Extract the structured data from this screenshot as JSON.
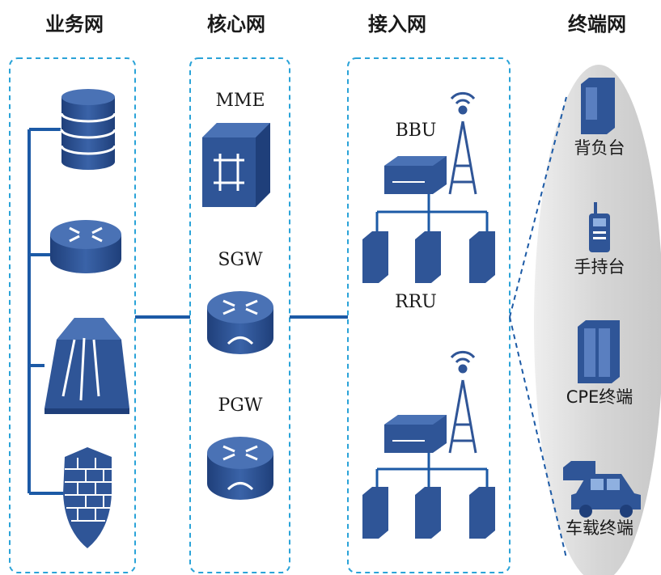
{
  "headers": {
    "business": "业务网",
    "core": "核心网",
    "access": "接入网",
    "terminal": "终端网"
  },
  "core": {
    "mme": "MME",
    "sgw": "SGW",
    "pgw": "PGW"
  },
  "access": {
    "bbu": "BBU",
    "rru": "RRU"
  },
  "terminals": {
    "backpack": "背负台",
    "handheld": "手持台",
    "cpe": "CPE终端",
    "vehicle": "车载终端"
  },
  "colors": {
    "device": "#2f5597",
    "device_dark": "#1f3f7a",
    "line": "#1c5aa6",
    "dash": "#2aa3d8",
    "ellipse": "#d9d9d9"
  }
}
